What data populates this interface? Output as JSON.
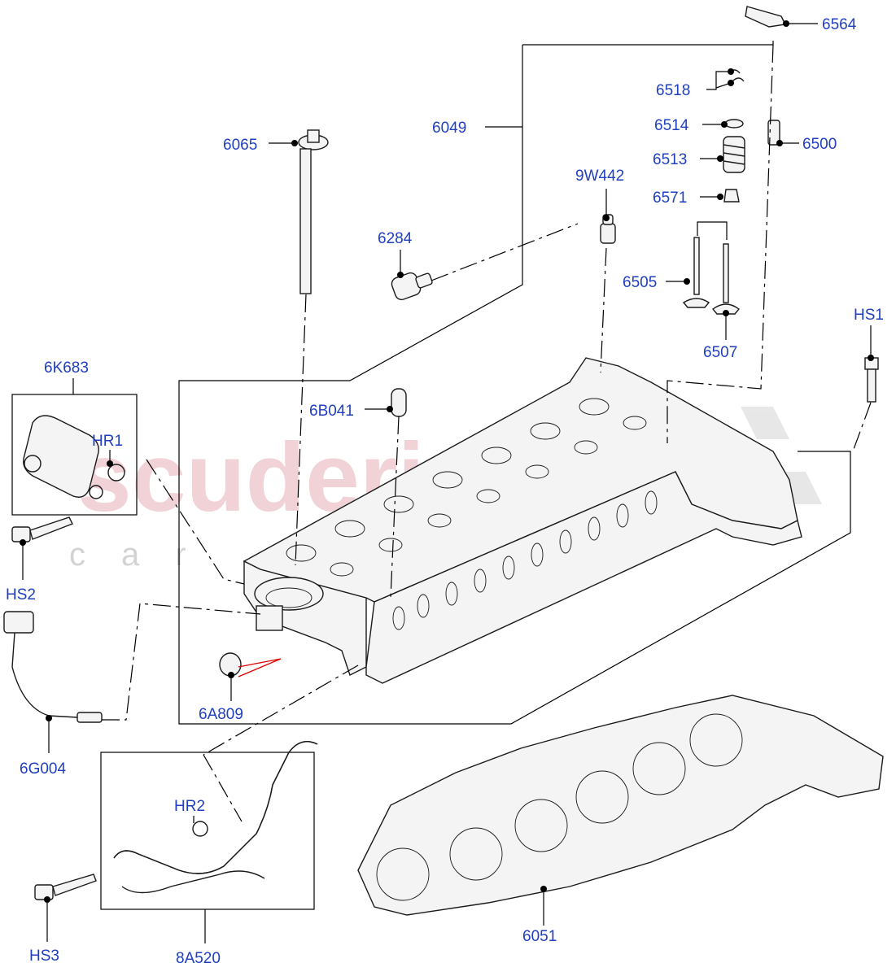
{
  "colors": {
    "label": "#1f3fbf",
    "line": "#000000",
    "watermark": "#e7b0b8",
    "accent_red": "#e00000"
  },
  "watermark": {
    "brand": "scuderia",
    "sub": "car parts"
  },
  "labels": {
    "p6564": "6564",
    "p6518": "6518",
    "p6514": "6514",
    "p6500": "6500",
    "p6513": "6513",
    "p6571": "6571",
    "p6049": "6049",
    "p6065": "6065",
    "p9W442": "9W442",
    "p6284": "6284",
    "p6505": "6505",
    "p6507": "6507",
    "pHS1": "HS1",
    "p6K683": "6K683",
    "pHR1": "HR1",
    "p6B041": "6B041",
    "pHS2": "HS2",
    "p6A809": "6A809",
    "p6G004": "6G004",
    "pHR2": "HR2",
    "pHS3": "HS3",
    "p8A520": "8A520",
    "p6051": "6051"
  }
}
